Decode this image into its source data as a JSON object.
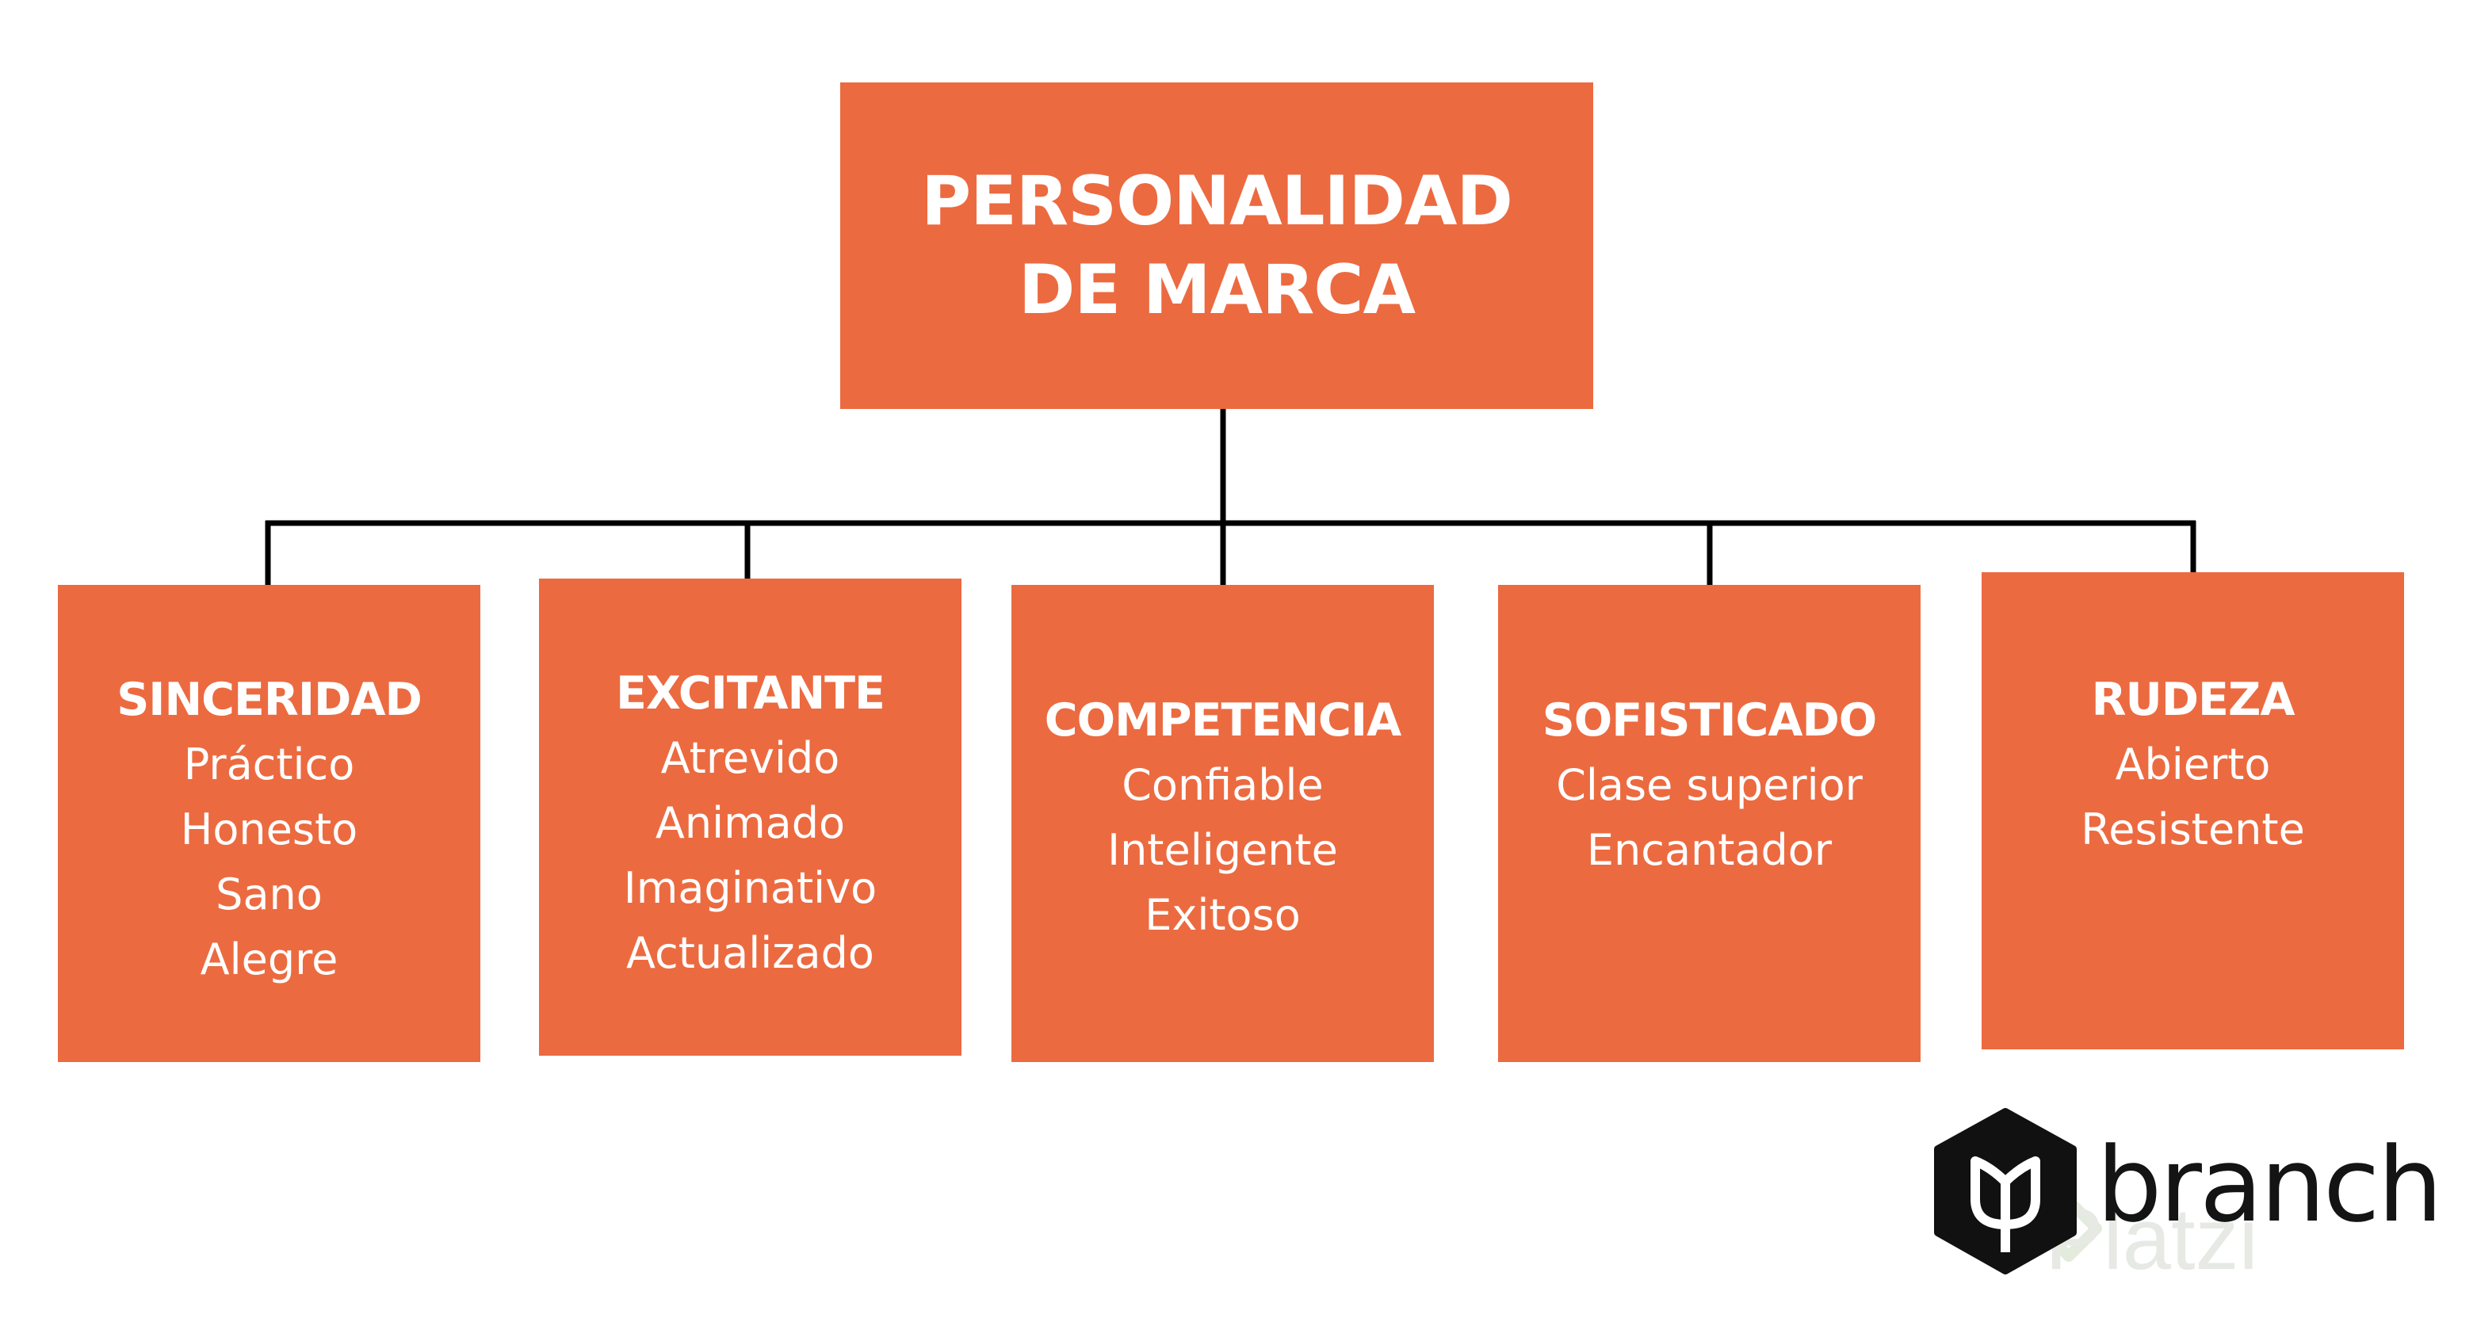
{
  "diagram": {
    "root": {
      "lines": [
        "PERSONALIDAD",
        "DE MARCA"
      ]
    },
    "categories": [
      {
        "title": "SINCERIDAD",
        "items": [
          "Práctico",
          "Honesto",
          "Sano",
          "Alegre"
        ]
      },
      {
        "title": "EXCITANTE",
        "items": [
          "Atrevido",
          "Animado",
          "Imaginativo",
          "Actualizado"
        ]
      },
      {
        "title": "COMPETENCIA",
        "items": [
          "Confiable",
          "Inteligente",
          "Exitoso"
        ]
      },
      {
        "title": "SOFISTICADO",
        "items": [
          "Clase superior",
          "Encantador"
        ]
      },
      {
        "title": "RUDEZA",
        "items": [
          "Abierto",
          "Resistente"
        ]
      }
    ],
    "box_color": "#ec6a40",
    "connector_color": "#000000"
  },
  "logo": {
    "brand": "branch",
    "icon": "tulip-hexagon-icon"
  },
  "watermark": {
    "text": "Platzi",
    "icon": "platzi-icon"
  }
}
